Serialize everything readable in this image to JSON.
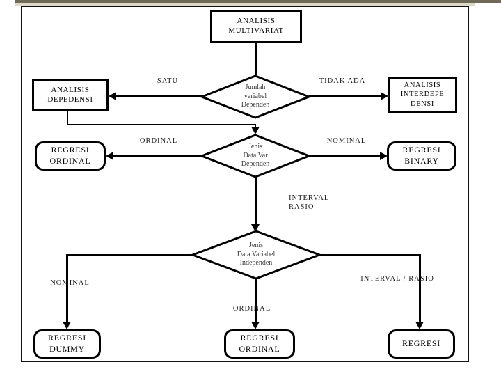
{
  "diagram": {
    "title": "Analisis Multivariat decision flowchart",
    "colors": {
      "stroke": "#000000",
      "background": "#ffffff",
      "top_strip": "#6f6a57"
    },
    "nodes": {
      "analisis_multivariat": {
        "line1": "ANALISIS",
        "line2": "MULTIVARIAT"
      },
      "analisis_depedensi": {
        "line1": "ANALISIS",
        "line2": "DEPEDENSI"
      },
      "analisis_interdependensi": {
        "line1": "ANALISIS",
        "line2": "INTERDEPE",
        "line3": "DENSI"
      },
      "regresi_ordinal_mid": {
        "line1": "REGRESI",
        "line2": "ORDINAL"
      },
      "regresi_binary": {
        "line1": "REGRESI",
        "line2": "BINARY"
      },
      "regresi_dummy": {
        "line1": "REGRESI",
        "line2": "DUMMY"
      },
      "regresi_ordinal_bottom": {
        "line1": "REGRESI",
        "line2": "ORDINAL"
      },
      "regresi": {
        "line1": "REGRESI"
      }
    },
    "decisions": {
      "jumlah_variabel_dependen": {
        "line1": "Jumlah",
        "line2": "variabel",
        "line3": "Dependen"
      },
      "jenis_data_var_dependen": {
        "line1": "Jenis",
        "line2": "Data Var",
        "line3": "Dependen"
      },
      "jenis_data_variabel_independen": {
        "line1": "Jenis",
        "line2": "Data Variabel",
        "line3": "Independen"
      }
    },
    "edge_labels": {
      "satu": "SATU",
      "tidak_ada": "TIDAK ADA",
      "ordinal_left": "ORDINAL",
      "nominal_right": "NOMINAL",
      "interval_rasio": "INTERVAL\nRASIO",
      "nominal_bottom": "NOMINAL",
      "ordinal_bottom": "ORDINAL",
      "interval_rasio_bottom": "INTERVAL / RASIO"
    }
  }
}
